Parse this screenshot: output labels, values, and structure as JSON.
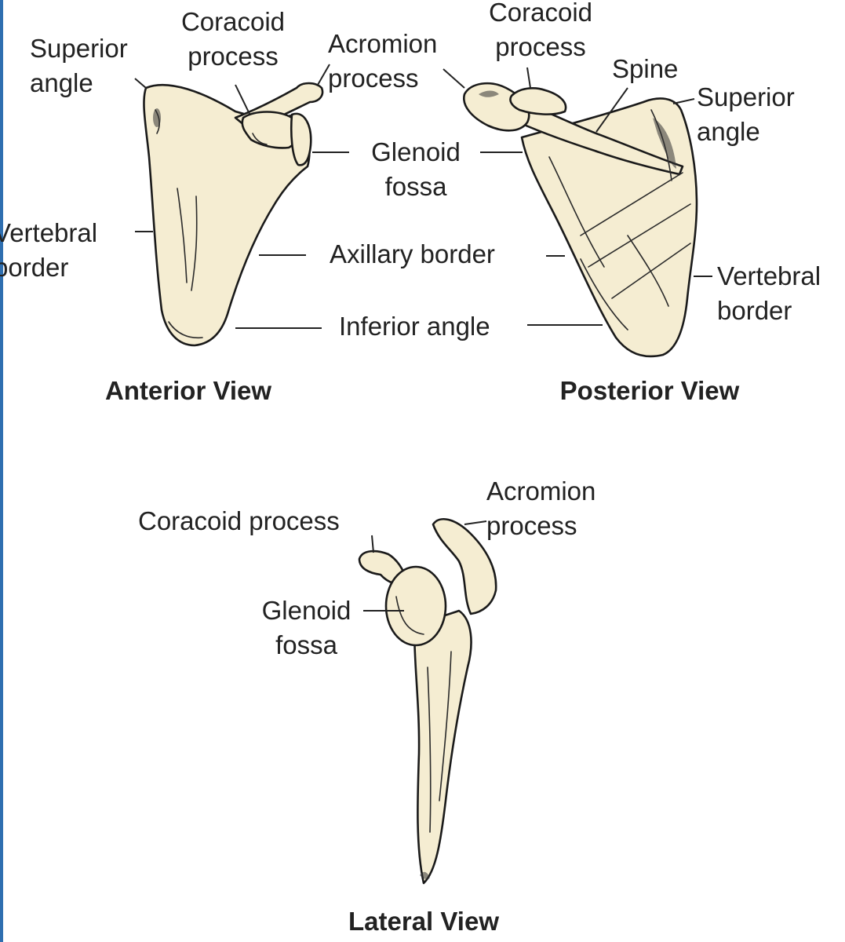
{
  "colors": {
    "bone": "#f5edd2",
    "ink": "#222222",
    "frame": "#2f6fb0"
  },
  "views": {
    "anterior": {
      "title": "Anterior View",
      "labels": {
        "superior_angle_1": "Superior",
        "superior_angle_2": "angle",
        "coracoid_1": "Coracoid",
        "coracoid_2": "process",
        "acromion_1": "Acromion",
        "acromion_2": "process",
        "vertebral_1": "Vertebral",
        "vertebral_2": "border"
      }
    },
    "shared": {
      "glenoid_1": "Glenoid",
      "glenoid_2": "fossa",
      "axillary": "Axillary border",
      "inferior": "Inferior angle"
    },
    "posterior": {
      "title": "Posterior View",
      "labels": {
        "coracoid_1": "Coracoid",
        "coracoid_2": "process",
        "spine": "Spine",
        "superior_angle_1": "Superior",
        "superior_angle_2": "angle",
        "vertebral_1": "Vertebral",
        "vertebral_2": "border"
      }
    },
    "lateral": {
      "title": "Lateral View",
      "labels": {
        "coracoid": "Coracoid process",
        "acromion_1": "Acromion",
        "acromion_2": "process",
        "glenoid_1": "Glenoid",
        "glenoid_2": "fossa"
      }
    }
  }
}
